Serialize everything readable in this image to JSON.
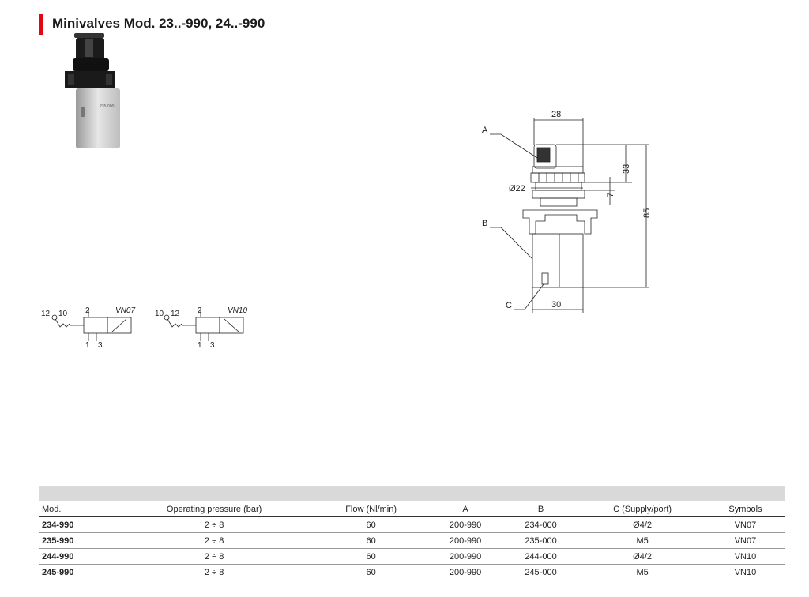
{
  "title": "Minivalves Mod. 23..-990, 24..-990",
  "photo": {
    "label": "235-000"
  },
  "drawing": {
    "labels": {
      "a": "A",
      "b": "B",
      "c": "C"
    },
    "dims": {
      "top_width": "28",
      "dia": "Ø22",
      "h33": "33",
      "h7": "7",
      "h85": "85",
      "bottom_width": "30"
    }
  },
  "symbols": [
    {
      "code": "VN07",
      "ports": {
        "p12": "12",
        "p10": "10",
        "p2": "2",
        "p1": "1",
        "p3": "3"
      }
    },
    {
      "code": "VN10",
      "ports": {
        "p10": "10",
        "p12": "12",
        "p2": "2",
        "p1": "1",
        "p3": "3"
      }
    }
  ],
  "table": {
    "headers": [
      "Mod.",
      "Operating pressure (bar)",
      "Flow (Nl/min)",
      "A",
      "B",
      "C (Supply/port)",
      "Symbols"
    ],
    "rows": [
      [
        "234-990",
        "2 ÷ 8",
        "60",
        "200-990",
        "234-000",
        "Ø4/2",
        "VN07"
      ],
      [
        "235-990",
        "2 ÷ 8",
        "60",
        "200-990",
        "235-000",
        "M5",
        "VN07"
      ],
      [
        "244-990",
        "2 ÷ 8",
        "60",
        "200-990",
        "244-000",
        "Ø4/2",
        "VN10"
      ],
      [
        "245-990",
        "2 ÷ 8",
        "60",
        "200-990",
        "245-000",
        "M5",
        "VN10"
      ]
    ]
  }
}
